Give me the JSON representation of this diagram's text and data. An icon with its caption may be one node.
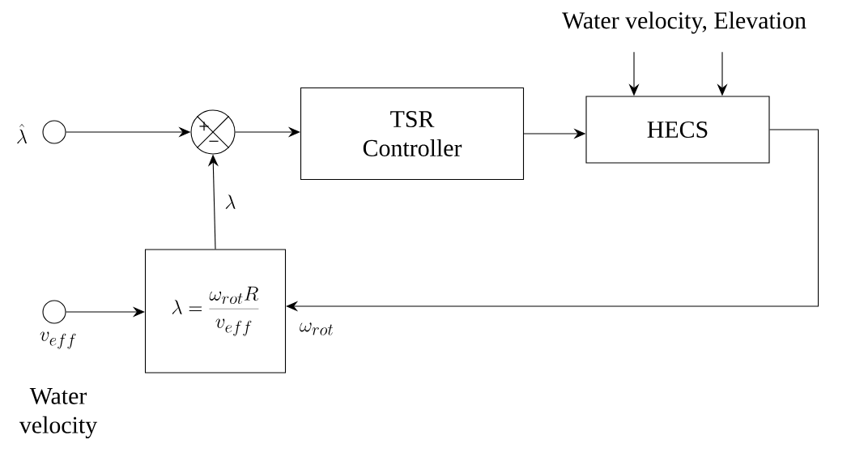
{
  "diagram": {
    "nodes": [
      {
        "text": [],
        "shape": "circle",
        "beside": [
          "\\hat{\\lambda}"
        ]
      },
      {
        "text": [],
        "shape": "circle"
      },
      {
        "text": [
          "TSR Controller"
        ]
      },
      {
        "text": [
          "HECS"
        ]
      },
      {
        "text": [
          "\\lambda = \\frac{\\omega_{rot}R}{v_{eff}}"
        ]
      },
      {
        "text": [],
        "shape": "circle",
        "beside": [
          "v_{eff}",
          "Water velocity"
        ]
      },
      {
        "text": [
          "Water velocity, Elevation"
        ]
      }
    ],
    "edges": [
      {
        "from": 0,
        "to": 1,
        "arrow": "to"
      },
      {
        "from": 1,
        "to": 2,
        "arrow": "to"
      },
      {
        "from": 2,
        "to": 3,
        "arrow": "to"
      },
      {
        "from": 6,
        "to": 3,
        "arrow": "to"
      },
      {
        "from": 6,
        "to": 3,
        "arrow": "to"
      },
      {
        "from": 3,
        "to": 4,
        "arrow": "to",
        "label": "\\omega_{rot}"
      },
      {
        "from": 4,
        "to": 1,
        "arrow": "to",
        "label": "\\lambda"
      },
      {
        "from": 5,
        "to": 4,
        "arrow": "to"
      }
    ],
    "labels": [
      "+",
      "−"
    ]
  }
}
